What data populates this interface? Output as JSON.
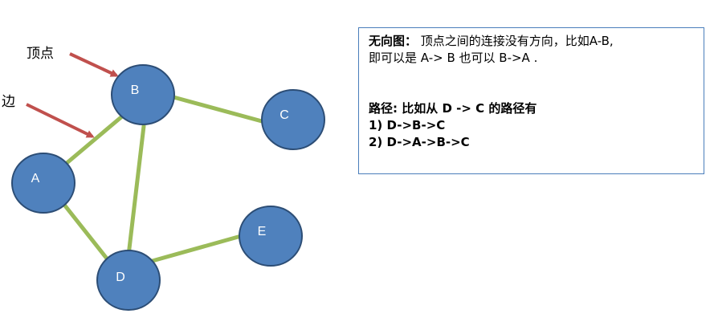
{
  "labels": {
    "vertex": "顶点",
    "edge": "边"
  },
  "graph": {
    "nodes": [
      {
        "id": "A",
        "label": "A"
      },
      {
        "id": "B",
        "label": "B"
      },
      {
        "id": "C",
        "label": "C"
      },
      {
        "id": "D",
        "label": "D"
      },
      {
        "id": "E",
        "label": "E"
      }
    ],
    "edges": [
      {
        "from": "A",
        "to": "B"
      },
      {
        "from": "B",
        "to": "C"
      },
      {
        "from": "B",
        "to": "D"
      },
      {
        "from": "A",
        "to": "D"
      },
      {
        "from": "D",
        "to": "E"
      }
    ]
  },
  "colors": {
    "node_fill": "#4f81bd",
    "node_stroke": "#2c4d75",
    "edge": "#9bbb59",
    "arrow": "#c0504d",
    "box_border": "#4a7ebb"
  },
  "info": {
    "undirected_term": "无向图：",
    "undirected_desc": "顶点之间的连接没有方向，比如A-B,",
    "undirected_desc2": "即可以是 A-> B 也可以 B->A .",
    "path_term": "路径:",
    "path_desc": "比如从 D -> C 的路径有",
    "path_1": "1) D->B->C",
    "path_2": "2) D->A->B->C"
  }
}
